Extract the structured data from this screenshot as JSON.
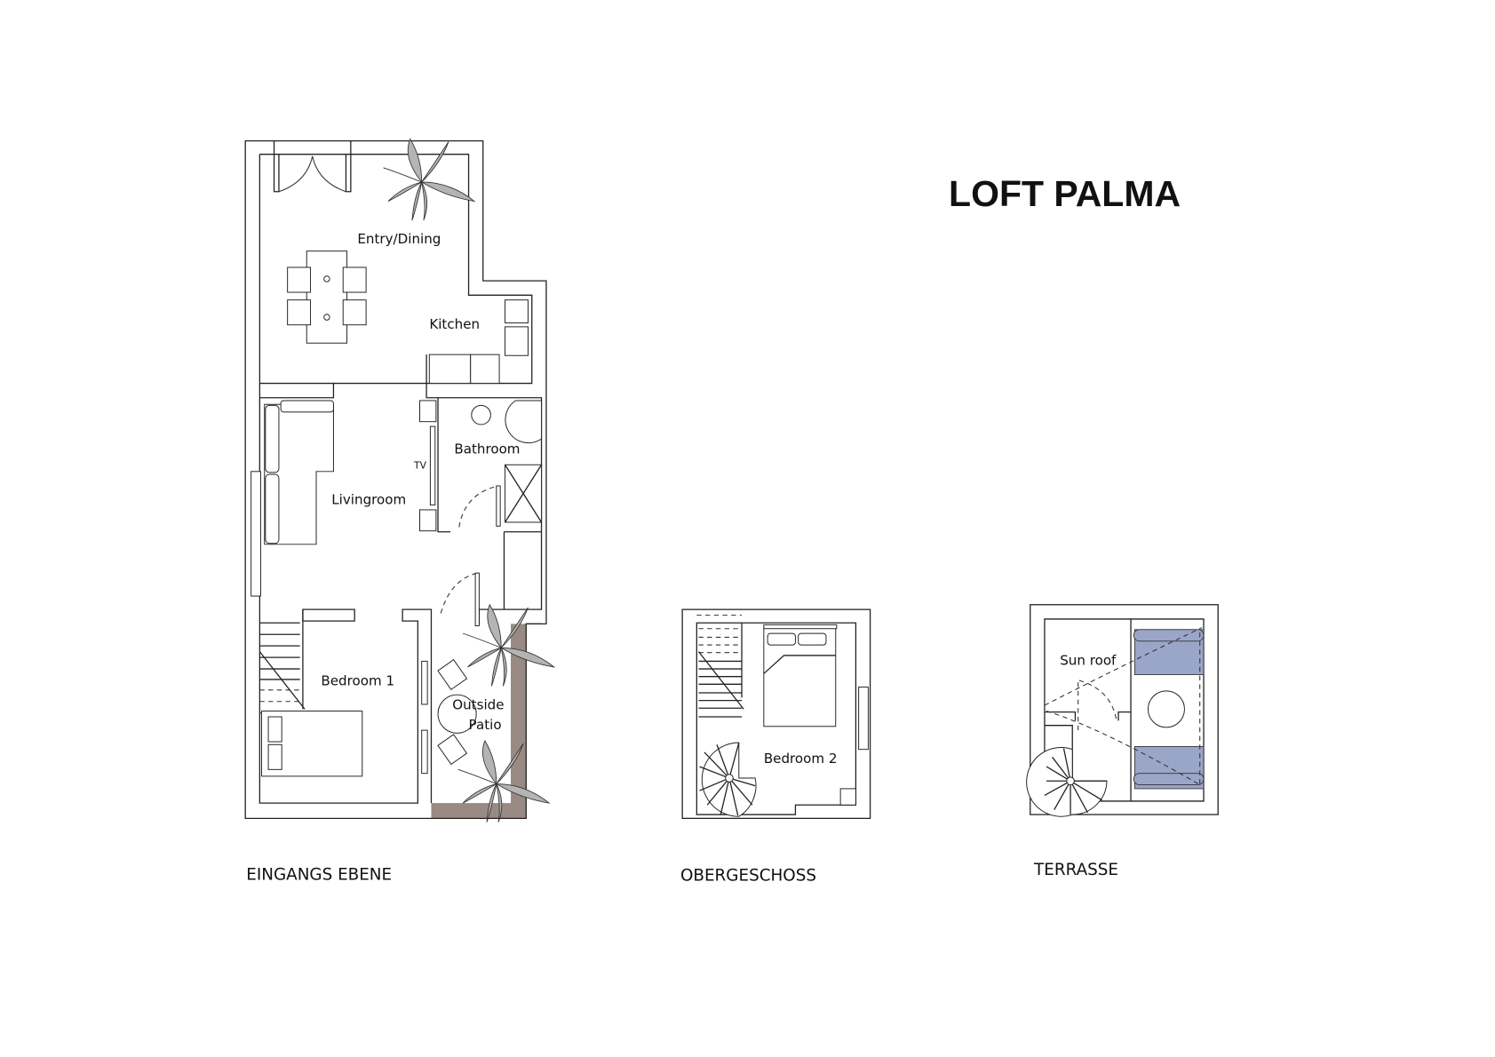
{
  "title": "LOFT PALMA",
  "colors": {
    "wall": "#222222",
    "cushion": "#9aa6c8",
    "pavement": "#9a8a84",
    "plant": "#b4b4b4"
  },
  "levels": [
    {
      "caption": "EINGANGS EBENE",
      "rooms": {
        "entry": "Entry/Dining",
        "kitchen": "Kitchen",
        "living": "Livingroom",
        "bath": "Bathroom",
        "bed1": "Bedroom 1",
        "patio1": "Outside",
        "patio2": "Patio",
        "tv": "TV"
      }
    },
    {
      "caption": "OBERGESCHOSS",
      "rooms": {
        "bed2": "Bedroom 2"
      }
    },
    {
      "caption": "TERRASSE",
      "rooms": {
        "sunroof": "Sun roof"
      }
    }
  ]
}
